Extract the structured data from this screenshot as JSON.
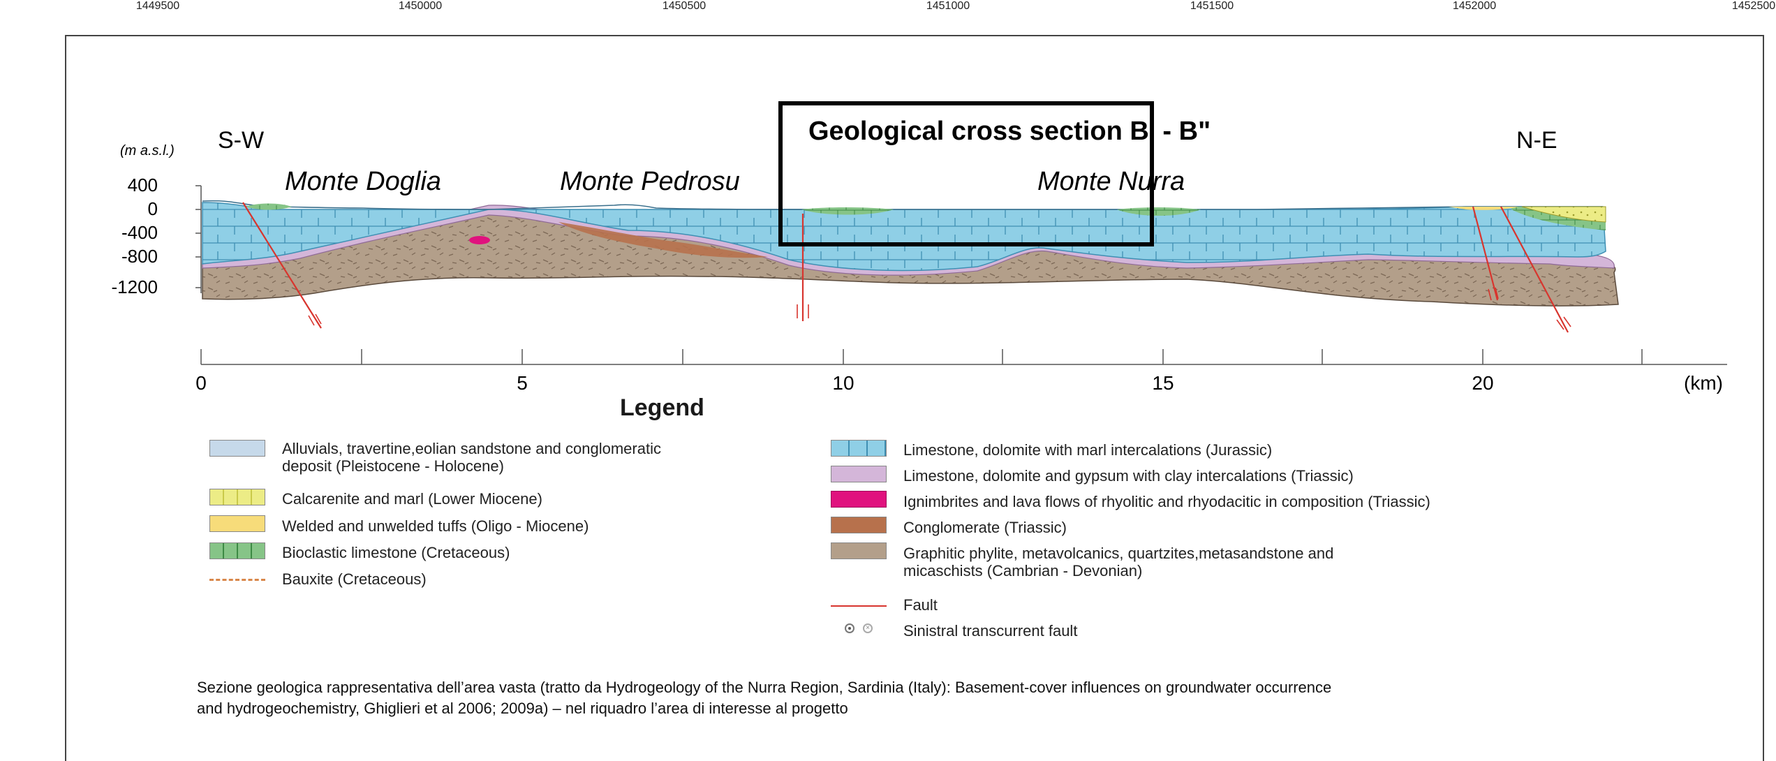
{
  "top_coordinates": [
    "1449500",
    "1450000",
    "1450500",
    "1451000",
    "1451500",
    "1452000",
    "1452500"
  ],
  "section": {
    "title": "Geological cross section B' - B\"",
    "left_end": "S-W",
    "right_end": "N-E",
    "y_unit": "(m a.s.l.)",
    "y_ticks": [
      "400",
      "0",
      "-400",
      "-800",
      "-1200"
    ],
    "x_ticks": [
      "0",
      "5",
      "10",
      "15",
      "20"
    ],
    "x_unit": "(km)",
    "peaks": [
      "Monte Doglia",
      "Monte Pedrosu",
      "Monte Nurra"
    ]
  },
  "legend": {
    "title": "Legend",
    "left": [
      {
        "label": "Alluvials, travertine,eolian sandstone  and conglomeratic",
        "label2": "deposit (Pleistocene - Holocene)",
        "color": "#c6d9ea"
      },
      {
        "label": "Calcarenite and marl (Lower Miocene)",
        "color": "#ecec86"
      },
      {
        "label": "Welded and unwelded tuffs (Oligo - Miocene)",
        "color": "#f7dc7a"
      },
      {
        "label": "Bioclastic limestone (Cretaceous)",
        "color": "#86c487"
      },
      {
        "label": "Bauxite (Cretaceous)",
        "color": "#d9874a"
      }
    ],
    "right": [
      {
        "label": "Limestone, dolomite with marl intercalations (Jurassic)",
        "color": "#8fcfe6"
      },
      {
        "label": "Limestone, dolomite and gypsum with clay intercalations (Triassic)",
        "color": "#d4b6d9"
      },
      {
        "label": "Ignimbrites and lava flows of rhyolitic and rhyodacitic in composition (Triassic)",
        "color": "#e0127e"
      },
      {
        "label": "Conglomerate (Triassic)",
        "color": "#b7714c"
      },
      {
        "label": "Graphitic phylite, metavolcanics, quartzites,metasandstone and",
        "label2": "micaschists (Cambrian - Devonian)",
        "color": "#b39f8a"
      },
      {
        "label": "Fault",
        "color": "#d8352e"
      },
      {
        "label": "Sinistral transcurrent fault"
      }
    ]
  },
  "caption": {
    "line1": "Sezione geologica rappresentativa dell’area vasta (tratto da Hydrogeology of the Nurra Region, Sardinia (Italy): Basement-cover influences on groundwater occurrence",
    "line2": "and hydrogeochemistry, Ghiglieri et al 2006; 2009a) – nel riquadro l’area di interesse al progetto"
  }
}
